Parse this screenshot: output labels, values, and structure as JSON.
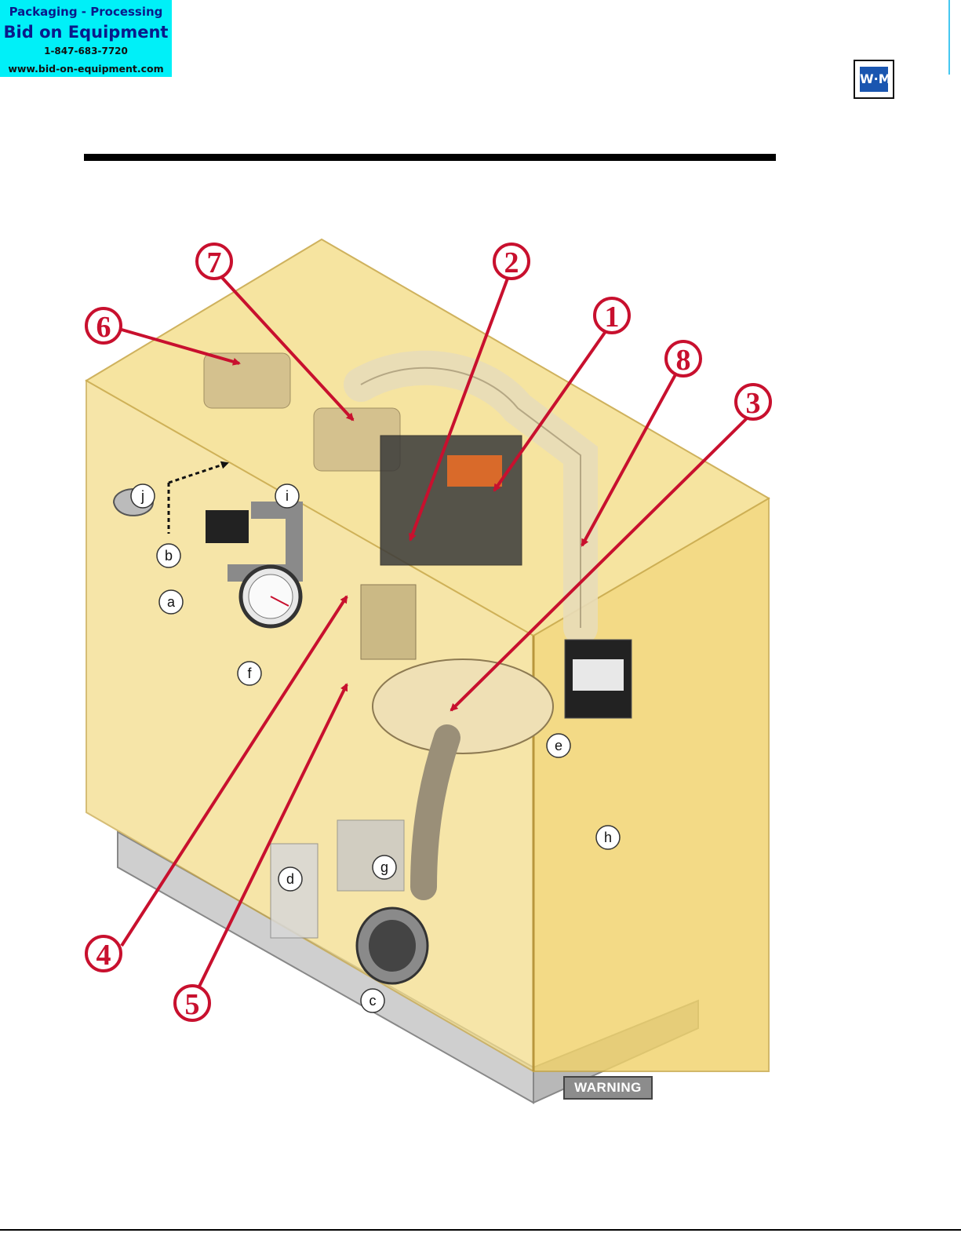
{
  "banner": {
    "line1": "Packaging - Processing",
    "line2": "Bid on Equipment",
    "line3": "1-847-683-7720",
    "line4": "www.bid-on-equipment.com"
  },
  "logo": {
    "text": "W·M"
  },
  "callouts": {
    "numbers": [
      "1",
      "2",
      "3",
      "4",
      "5",
      "6",
      "7",
      "8"
    ],
    "letters": [
      "a",
      "b",
      "c",
      "d",
      "e",
      "f",
      "g",
      "h",
      "i",
      "j"
    ]
  },
  "warning": {
    "label": "WARNING"
  },
  "colors": {
    "callout_red": "#c8102e",
    "cabinet_fill": "#f3da7a",
    "banner_bg": "#00f0f8",
    "banner_text": "#0a1a8a"
  }
}
